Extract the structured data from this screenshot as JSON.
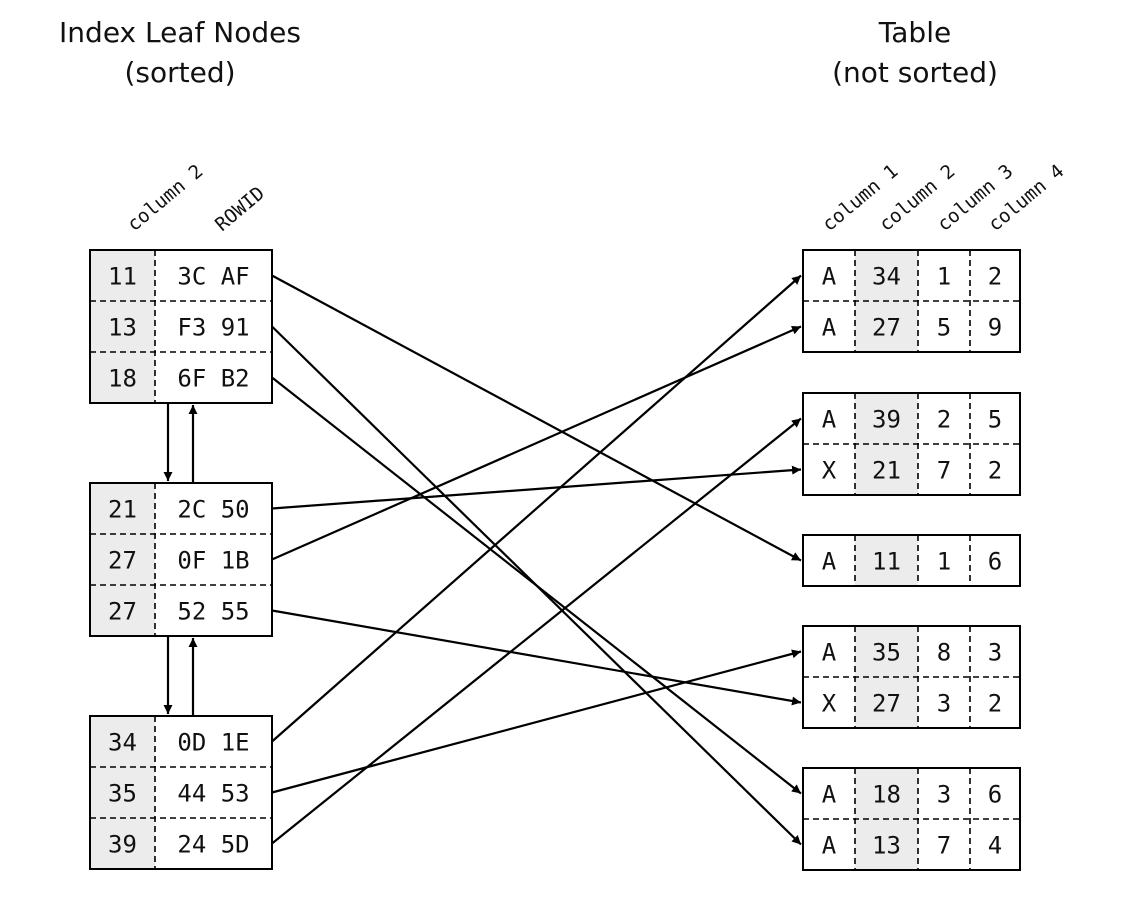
{
  "titles": {
    "index_line1": "Index Leaf Nodes",
    "index_line2": "(sorted)",
    "table_line1": "Table",
    "table_line2": "(not sorted)"
  },
  "index_headers": [
    "column 2",
    "ROWID"
  ],
  "table_headers": [
    "column 1",
    "column 2",
    "column 3",
    "column 4"
  ],
  "index_nodes": [
    {
      "rows": [
        {
          "key": "11",
          "rowid": "3C AF",
          "target": [
            2,
            0
          ]
        },
        {
          "key": "13",
          "rowid": "F3 91",
          "target": [
            4,
            1
          ]
        },
        {
          "key": "18",
          "rowid": "6F B2",
          "target": [
            4,
            0
          ]
        }
      ]
    },
    {
      "rows": [
        {
          "key": "21",
          "rowid": "2C 50",
          "target": [
            1,
            1
          ]
        },
        {
          "key": "27",
          "rowid": "0F 1B",
          "target": [
            0,
            1
          ]
        },
        {
          "key": "27",
          "rowid": "52 55",
          "target": [
            3,
            1
          ]
        }
      ]
    },
    {
      "rows": [
        {
          "key": "34",
          "rowid": "0D 1E",
          "target": [
            0,
            0
          ]
        },
        {
          "key": "35",
          "rowid": "44 53",
          "target": [
            3,
            0
          ]
        },
        {
          "key": "39",
          "rowid": "24 5D",
          "target": [
            1,
            0
          ]
        }
      ]
    }
  ],
  "table_blocks": [
    {
      "rows": [
        [
          "A",
          "34",
          "1",
          "2"
        ],
        [
          "A",
          "27",
          "5",
          "9"
        ]
      ]
    },
    {
      "rows": [
        [
          "A",
          "39",
          "2",
          "5"
        ],
        [
          "X",
          "21",
          "7",
          "2"
        ]
      ]
    },
    {
      "rows": [
        [
          "A",
          "11",
          "1",
          "6"
        ]
      ]
    },
    {
      "rows": [
        [
          "A",
          "35",
          "8",
          "3"
        ],
        [
          "X",
          "27",
          "3",
          "2"
        ]
      ]
    },
    {
      "rows": [
        [
          "A",
          "18",
          "3",
          "6"
        ],
        [
          "A",
          "13",
          "7",
          "4"
        ]
      ]
    }
  ],
  "colors": {
    "shade": "#ececec",
    "line": "#000000"
  }
}
